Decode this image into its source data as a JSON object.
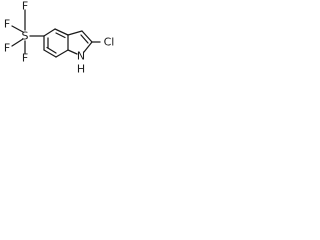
{
  "molecule": {
    "atoms": {
      "f_top": "F",
      "f_left_upper": "F",
      "f_left_lower": "F",
      "f_bottom": "F",
      "sulfur": "S",
      "chlorine": "Cl",
      "nitrogen": "N",
      "hydrogen": "H"
    },
    "colors": {
      "ink": "#1a1a1a",
      "background": "#ffffff"
    }
  }
}
